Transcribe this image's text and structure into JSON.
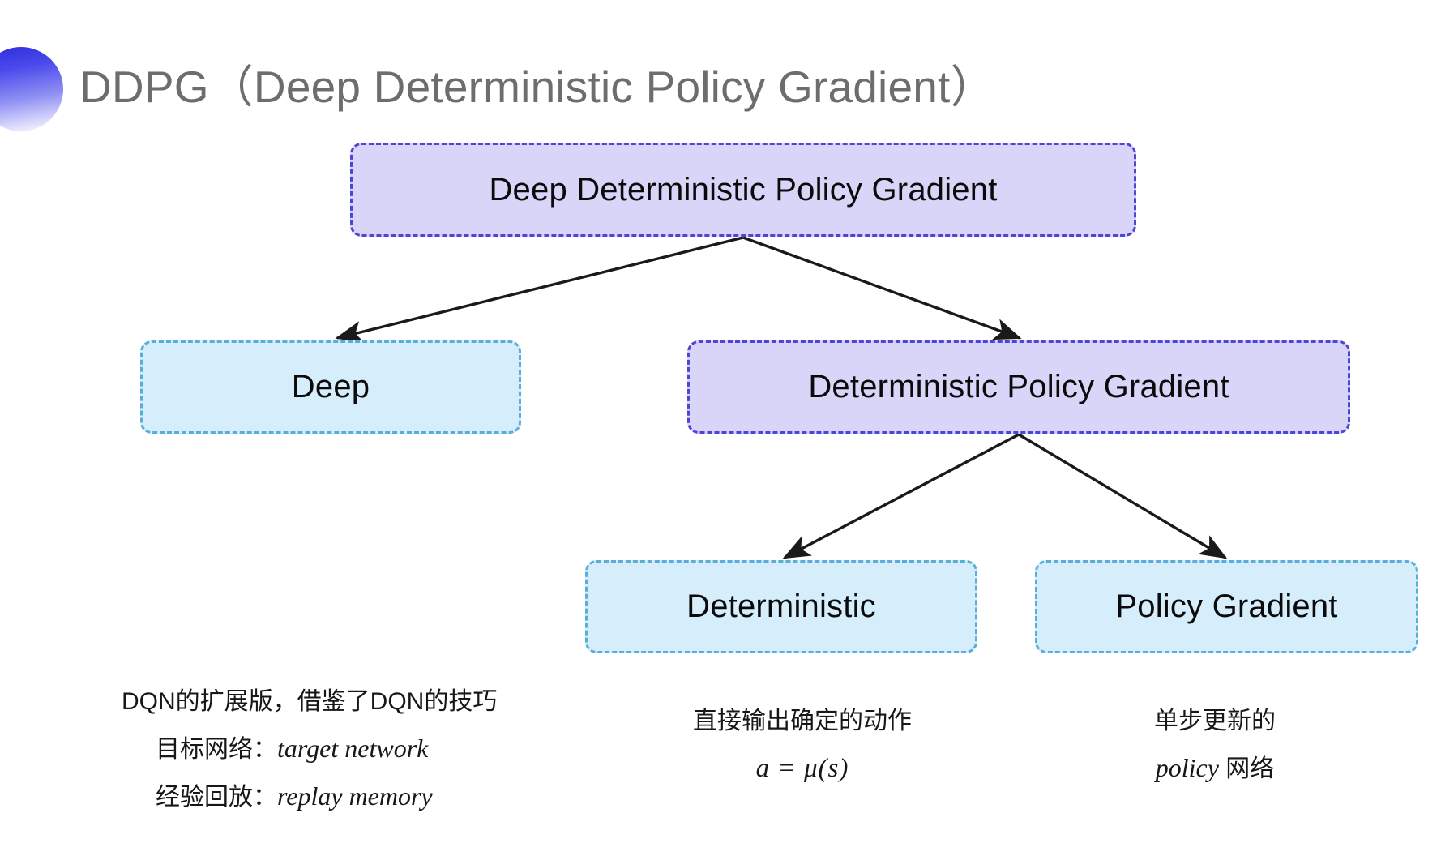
{
  "slide": {
    "title": "DDPG（Deep Deterministic Policy Gradient）",
    "background_color": "#ffffff",
    "title_color": "#6d6d6d",
    "bullet_icon": "half-circle-gradient-bullet"
  },
  "palette": {
    "purple_fill": "#d8d5f8",
    "purple_border": "#4b46d8",
    "blue_fill": "#d6eefb",
    "blue_border": "#59add9",
    "arrow_color": "#1a1a1a",
    "text_color": "#0b0b0b"
  },
  "diagram": {
    "type": "tree",
    "nodes": [
      {
        "id": "root",
        "label": "Deep Deterministic Policy Gradient",
        "style": "purple",
        "level": 0
      },
      {
        "id": "deep",
        "label": "Deep",
        "style": "blue",
        "level": 1
      },
      {
        "id": "dpg",
        "label": "Deterministic Policy Gradient",
        "style": "purple",
        "level": 1
      },
      {
        "id": "det",
        "label": "Deterministic",
        "style": "blue",
        "level": 2
      },
      {
        "id": "pg",
        "label": "Policy Gradient",
        "style": "blue",
        "level": 2
      }
    ],
    "edges": [
      {
        "from": "root",
        "to": "deep"
      },
      {
        "from": "root",
        "to": "dpg"
      },
      {
        "from": "dpg",
        "to": "det"
      },
      {
        "from": "dpg",
        "to": "pg"
      }
    ]
  },
  "annotations": {
    "deep": {
      "line1": "DQN的扩展版，借鉴了DQN的技巧",
      "line2_label": "目标网络：",
      "line2_value": "target network",
      "line3_label": "经验回放：",
      "line3_value": "replay memory"
    },
    "deterministic": {
      "line1": "直接输出确定的动作",
      "formula": "a = μ(s)"
    },
    "policy_gradient": {
      "line1": "单步更新的",
      "line2_value": "policy",
      "line2_suffix": " 网络"
    }
  }
}
